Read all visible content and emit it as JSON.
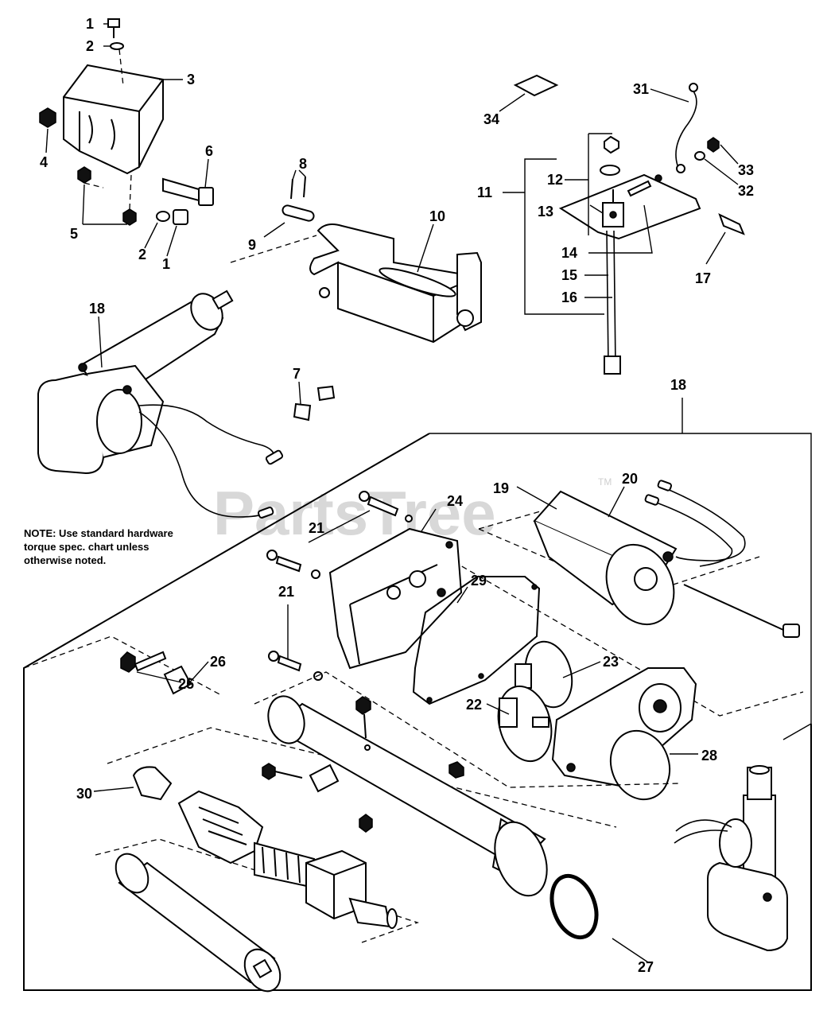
{
  "watermark": {
    "text": "PartsTree",
    "tm": "TM"
  },
  "note": {
    "line1": "NOTE: Use standard hardware",
    "line2": "torque spec. chart unless",
    "line3": "otherwise noted."
  },
  "callouts": [
    {
      "id": "c1a",
      "text": "1"
    },
    {
      "id": "c2a",
      "text": "2"
    },
    {
      "id": "c3",
      "text": "3"
    },
    {
      "id": "c4",
      "text": "4"
    },
    {
      "id": "c5",
      "text": "5"
    },
    {
      "id": "c2b",
      "text": "2"
    },
    {
      "id": "c1b",
      "text": "1"
    },
    {
      "id": "c6",
      "text": "6"
    },
    {
      "id": "c8",
      "text": "8"
    },
    {
      "id": "c9",
      "text": "9"
    },
    {
      "id": "c10",
      "text": "10"
    },
    {
      "id": "c18a",
      "text": "18"
    },
    {
      "id": "c7",
      "text": "7"
    },
    {
      "id": "c34",
      "text": "34"
    },
    {
      "id": "c31",
      "text": "31"
    },
    {
      "id": "c11",
      "text": "11"
    },
    {
      "id": "c12",
      "text": "12"
    },
    {
      "id": "c13",
      "text": "13"
    },
    {
      "id": "c14",
      "text": "14"
    },
    {
      "id": "c15",
      "text": "15"
    },
    {
      "id": "c16",
      "text": "16"
    },
    {
      "id": "c17",
      "text": "17"
    },
    {
      "id": "c33",
      "text": "33"
    },
    {
      "id": "c32",
      "text": "32"
    },
    {
      "id": "c18b",
      "text": "18"
    },
    {
      "id": "c19",
      "text": "19"
    },
    {
      "id": "c20",
      "text": "20"
    },
    {
      "id": "c24",
      "text": "24"
    },
    {
      "id": "c21a",
      "text": "21"
    },
    {
      "id": "c21b",
      "text": "21"
    },
    {
      "id": "c29",
      "text": "29"
    },
    {
      "id": "c26",
      "text": "26"
    },
    {
      "id": "c25",
      "text": "25"
    },
    {
      "id": "c23",
      "text": "23"
    },
    {
      "id": "c22",
      "text": "22"
    },
    {
      "id": "c28",
      "text": "28"
    },
    {
      "id": "c30",
      "text": "30"
    },
    {
      "id": "c27",
      "text": "27"
    }
  ]
}
